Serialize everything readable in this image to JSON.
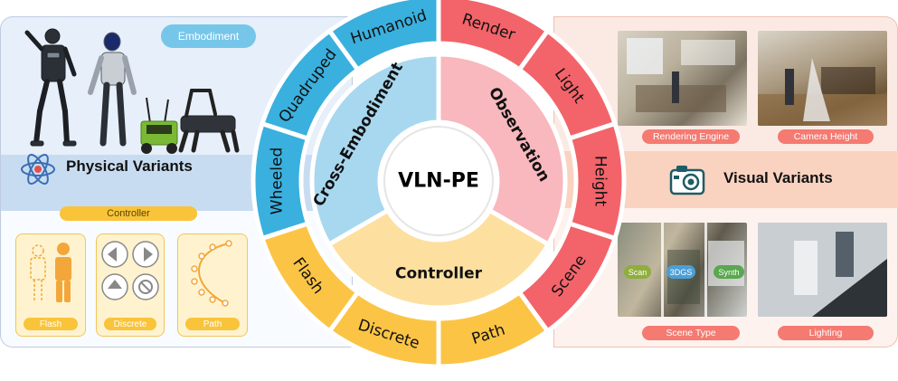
{
  "center_title": "VLN-PE",
  "inner_ring": {
    "cross_embodiment": "Cross-Embodiment",
    "observation": "Observation",
    "controller": "Controller"
  },
  "outer_ring": {
    "humanoid": "Humanoid",
    "quadruped": "Quadruped",
    "wheeled": "Wheeled",
    "flash": "Flash",
    "discrete": "Discrete",
    "path": "Path",
    "scene": "Scene",
    "height": "Height",
    "light": "Light",
    "render": "Render"
  },
  "left_panel": {
    "embodiment_label": "Embodiment",
    "title": "Physical Variants",
    "controller_label": "Controller",
    "cards": {
      "flash": "Flash",
      "discrete": "Discrete",
      "path": "Path"
    }
  },
  "right_panel": {
    "title": "Visual Variants",
    "labels": {
      "rendering_engine": "Rendering Engine",
      "camera_height": "Camera Height",
      "scene_type": "Scene Type",
      "lighting": "Lighting"
    },
    "scene_tags": {
      "scan": "Scan",
      "three_dgs": "3DGS",
      "synth": "Synth"
    }
  },
  "colors": {
    "blue_segment": "#3ab0de",
    "red_segment": "#f2646a",
    "yellow_segment": "#fbc445",
    "inner_blue": "#a7d8ef",
    "inner_pink": "#f8b8bd",
    "inner_yellow": "#fde0a0"
  }
}
